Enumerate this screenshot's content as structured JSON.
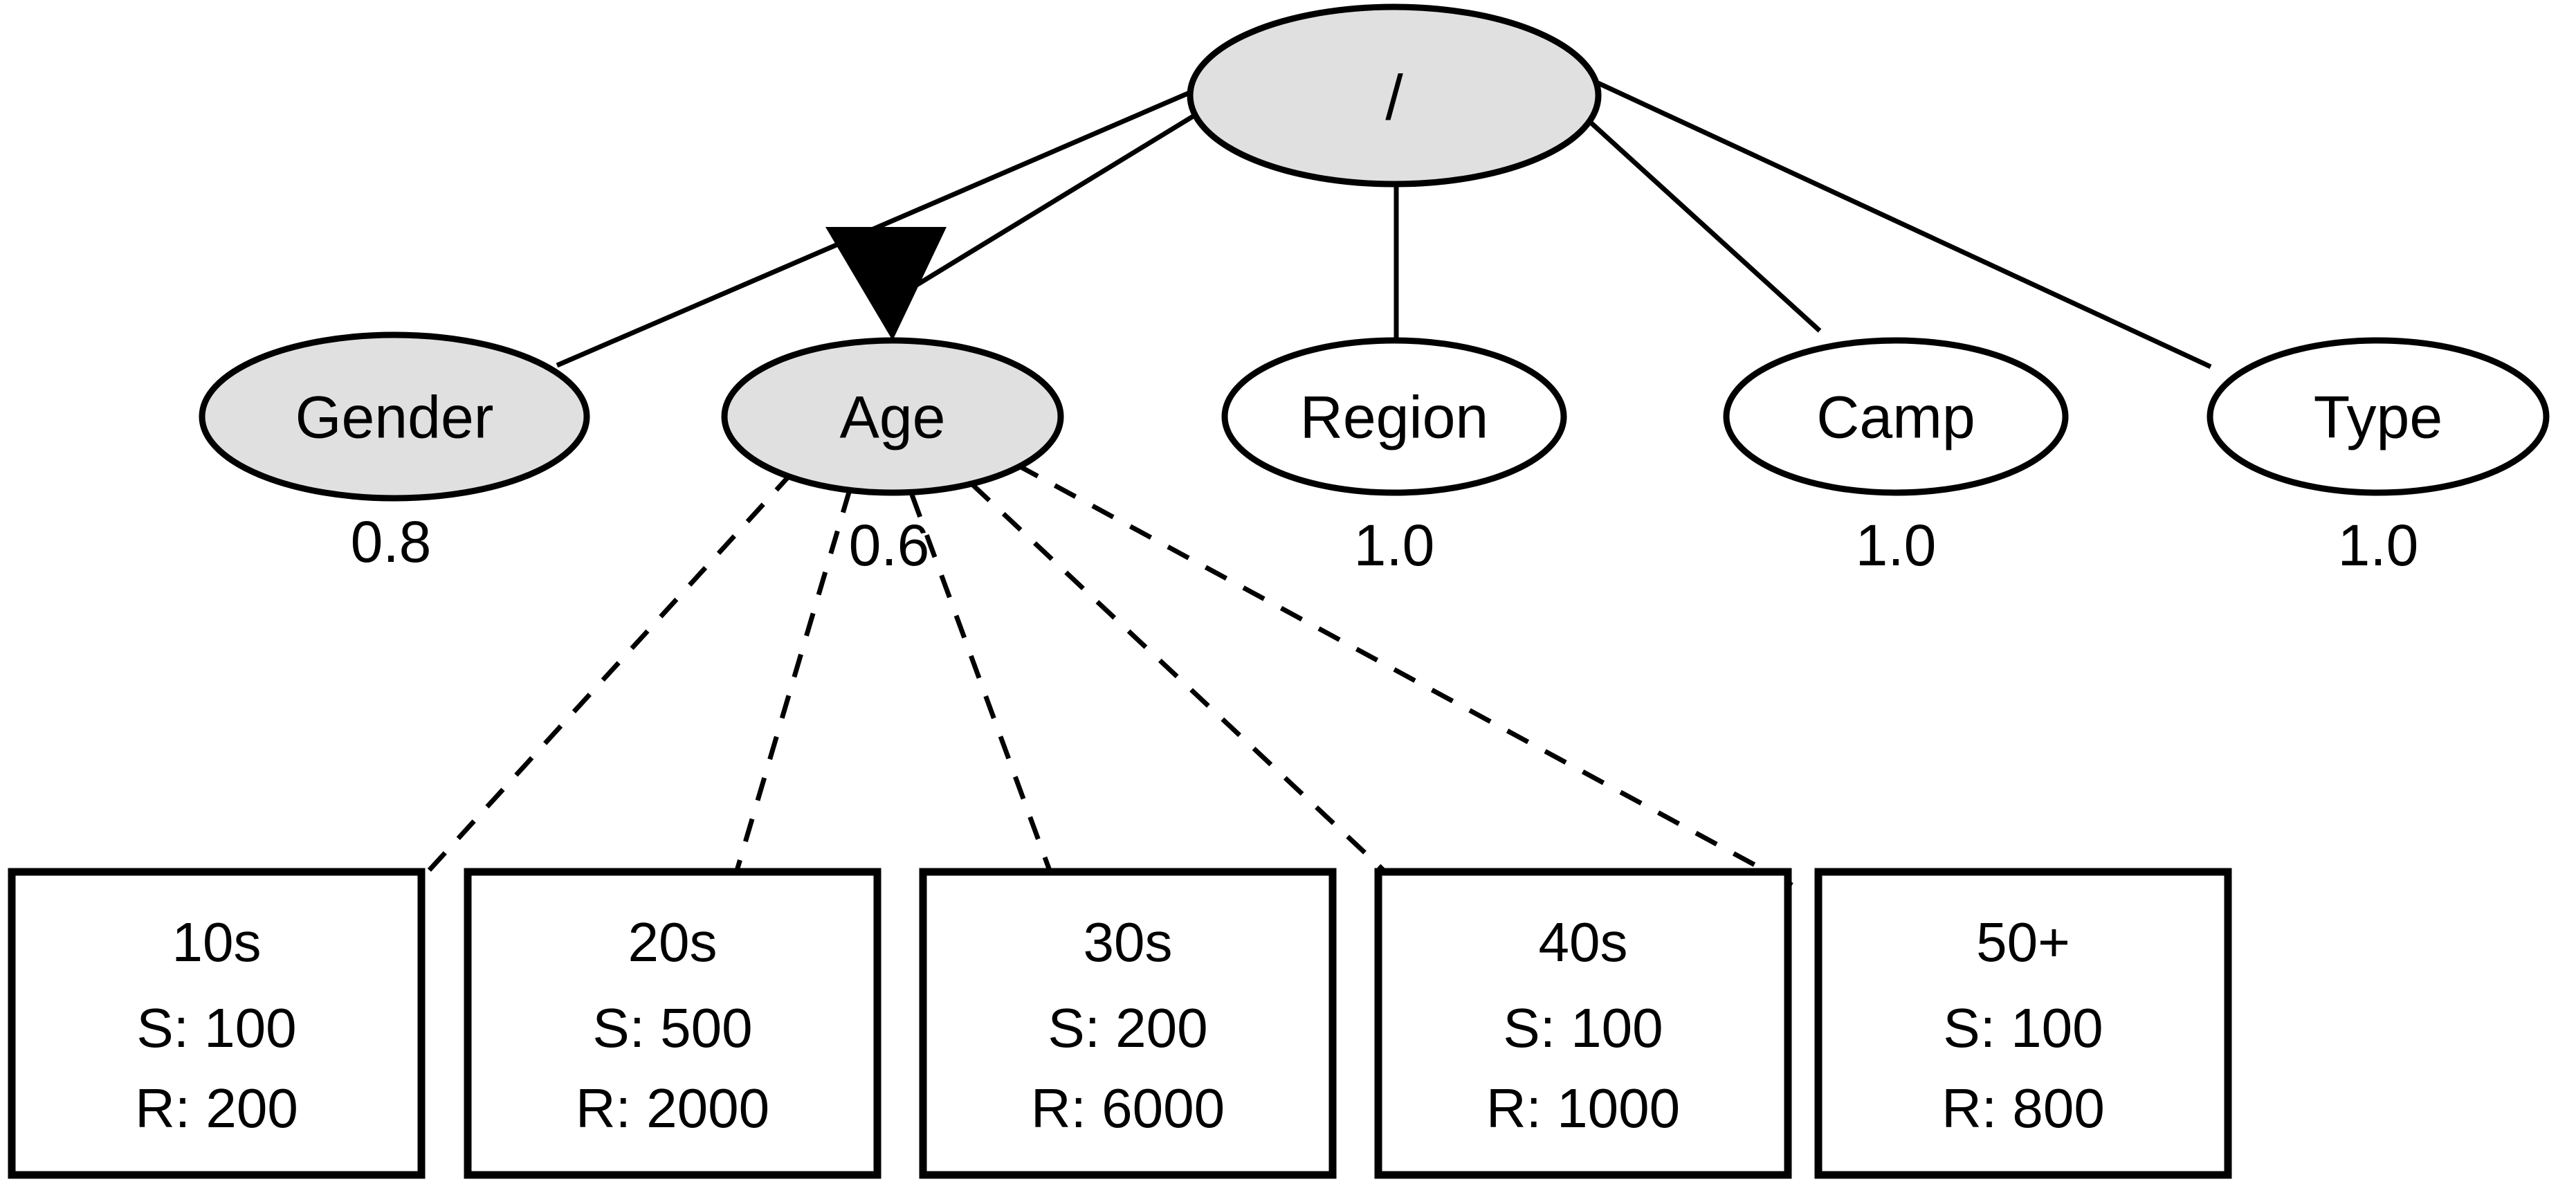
{
  "diagram": {
    "type": "attribute-hierarchy-tree",
    "background_color": "#ffffff",
    "line_color": "#000000",
    "selected_fill": "#e0e0e0",
    "unselected_fill": "#ffffff",
    "root": {
      "label": "/",
      "selected": true
    },
    "attributes": [
      {
        "label": "Gender",
        "weight": "0.8",
        "selected": true,
        "expanded": false,
        "marked": false
      },
      {
        "label": "Age",
        "weight": "0.6",
        "selected": true,
        "expanded": true,
        "marked": true
      },
      {
        "label": "Region",
        "weight": "1.0",
        "selected": false,
        "expanded": false,
        "marked": false
      },
      {
        "label": "Camp",
        "weight": "1.0",
        "selected": false,
        "expanded": false,
        "marked": false
      },
      {
        "label": "Type",
        "weight": "1.0",
        "selected": false,
        "expanded": false,
        "marked": false
      }
    ],
    "expanded_attribute": "Age",
    "leaves": [
      {
        "title": "10s",
        "s_label": "S: 100",
        "r_label": "R: 200",
        "s_value": 100,
        "r_value": 200
      },
      {
        "title": "20s",
        "s_label": "S: 500",
        "r_label": "R: 2000",
        "s_value": 500,
        "r_value": 2000
      },
      {
        "title": "30s",
        "s_label": "S: 200",
        "r_label": "R: 6000",
        "s_value": 200,
        "r_value": 6000
      },
      {
        "title": "40s",
        "s_label": "S: 100",
        "r_label": "R: 1000",
        "s_value": 100,
        "r_value": 1000
      },
      {
        "title": "50+",
        "s_label": "S: 100",
        "r_label": "R: 800",
        "s_value": 100,
        "r_value": 800
      }
    ],
    "legend": {
      "s_meaning": "S",
      "r_meaning": "R"
    }
  }
}
